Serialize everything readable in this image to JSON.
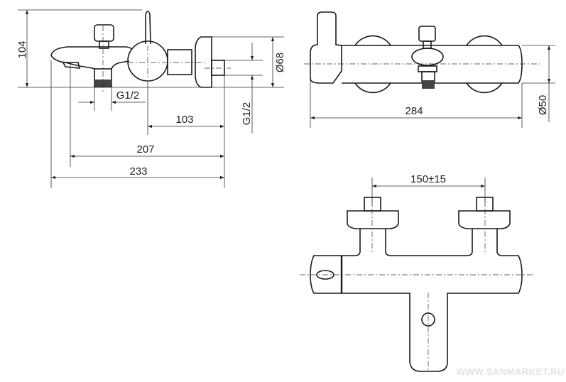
{
  "side_view": {
    "height_dim": "104",
    "inlet_thread_vertical": "G1/2",
    "outlet_thread": "G1/2",
    "flange_diameter": "Ø68",
    "wall_to_lever_dim": "103",
    "wall_to_outlet_dim": "207",
    "overall_depth_dim": "233"
  },
  "top_view": {
    "overall_length_dim": "284",
    "body_diameter": "Ø50"
  },
  "front_view": {
    "center_distance_dim": "150±15"
  },
  "watermark": "WWW.SANMARKET.RU"
}
